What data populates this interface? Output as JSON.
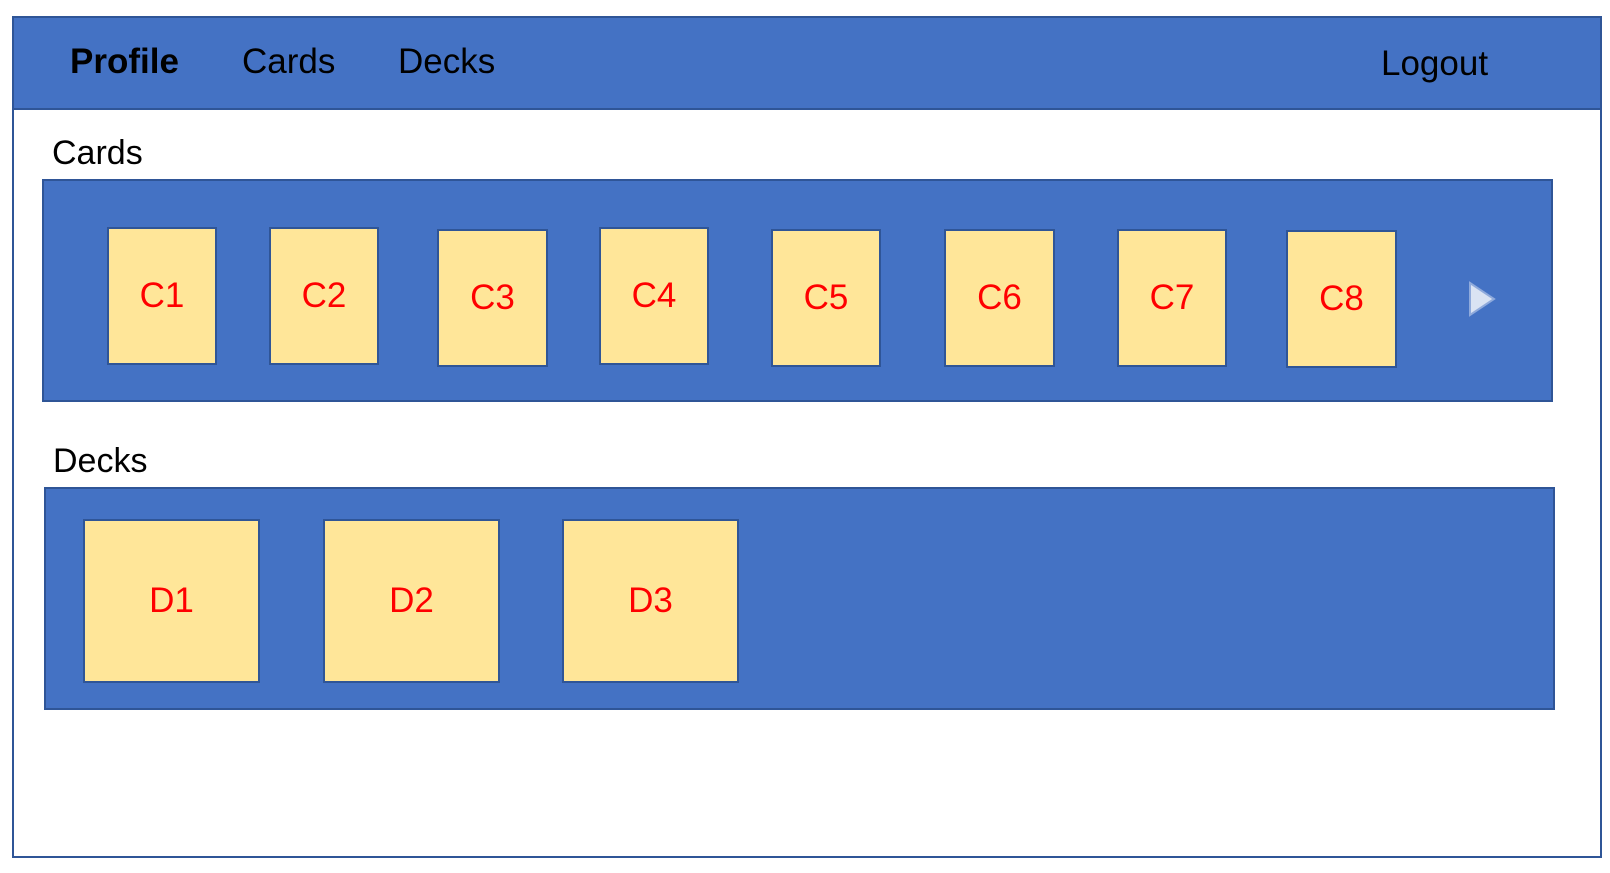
{
  "nav": {
    "profile": "Profile",
    "cards": "Cards",
    "decks": "Decks",
    "logout": "Logout"
  },
  "cards_section": {
    "title": "Cards",
    "items": [
      "C1",
      "C2",
      "C3",
      "C4",
      "C5",
      "C6",
      "C7",
      "C8"
    ],
    "next_icon": "chevron-right-icon"
  },
  "decks_section": {
    "title": "Decks",
    "items": [
      "D1",
      "D2",
      "D3"
    ]
  },
  "colors": {
    "bar": "#4472c4",
    "border": "#2f5597",
    "tile": "#ffe699",
    "tile_text": "#ff0000"
  }
}
